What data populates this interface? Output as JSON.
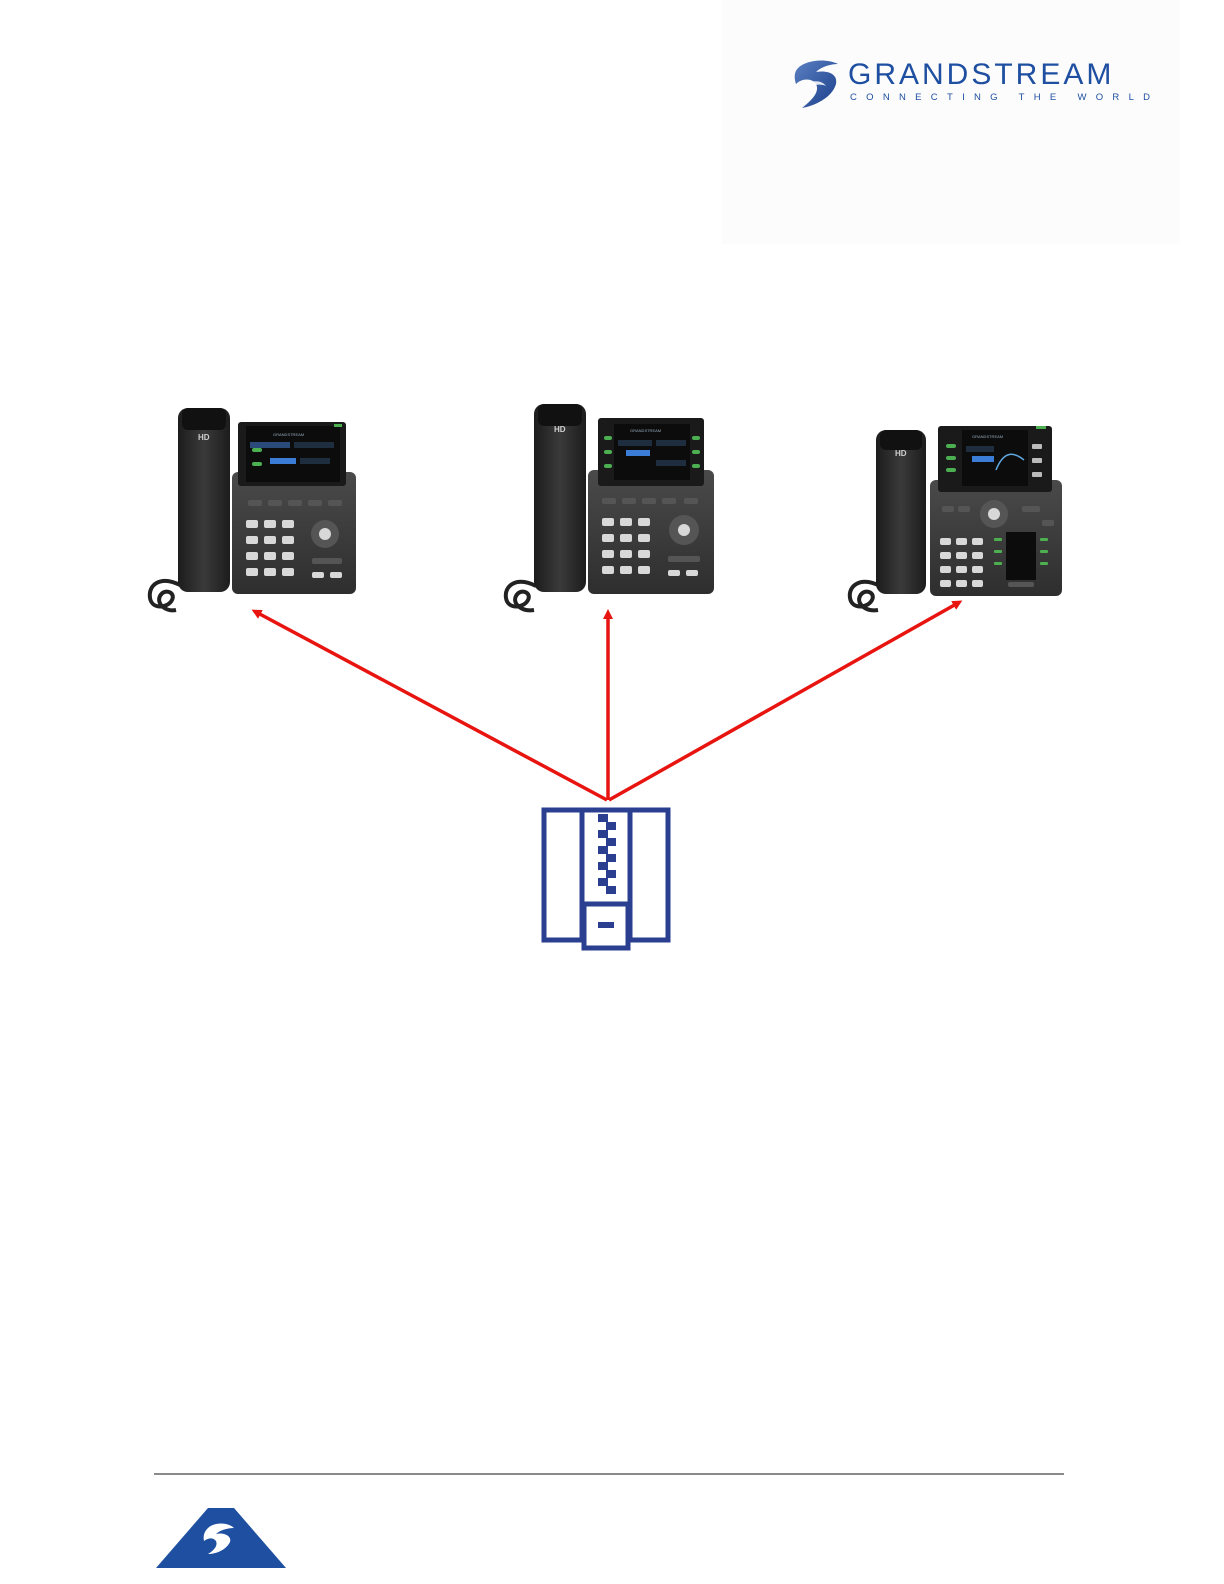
{
  "header": {
    "brand_name": "GRANDSTREAM",
    "brand_tagline": "CONNECTING THE WORLD"
  },
  "diagram": {
    "phones": [
      {
        "name": "phone-left",
        "handset_badge": "HD",
        "screen_brand": "GRANDSTREAM"
      },
      {
        "name": "phone-middle",
        "handset_badge": "HD",
        "screen_brand": "GRANDSTREAM"
      },
      {
        "name": "phone-right",
        "handset_badge": "HD",
        "screen_brand": "GRANDSTREAM"
      }
    ],
    "source_icon": "zip-archive-icon",
    "arrow_color": "#e8140f",
    "icon_color": "#2a3f8f"
  },
  "colors": {
    "brand_blue": "#1e4fa1",
    "phone_body": "#3a3a3a",
    "screen_bg": "#0c0c0c"
  }
}
